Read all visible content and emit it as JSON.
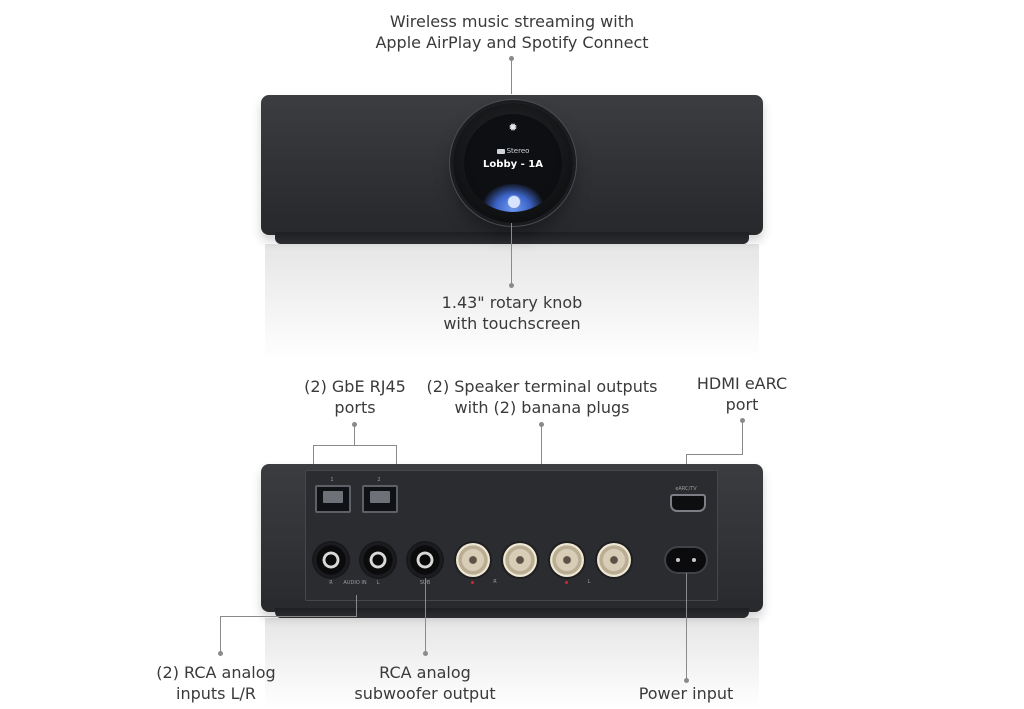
{
  "labels": {
    "wireless": "Wireless music streaming with\nApple AirPlay and Spotify Connect",
    "knob": "1.43\" rotary knob\nwith touchscreen",
    "rj45": "(2) GbE RJ45\nports",
    "speaker": "(2) Speaker terminal outputs\nwith (2) banana plugs",
    "hdmi": "HDMI eARC\nport",
    "rca_inputs": "(2) RCA analog\ninputs L/R",
    "rca_sub": "RCA analog\nsubwoofer output",
    "power": "Power input"
  },
  "screen": {
    "stereo_label": "Stereo",
    "zone_name": "Lobby - 1A"
  },
  "port_text": {
    "rj45_1": "1",
    "rj45_2": "2",
    "audio_r": "R",
    "audio_in": "AUDIO IN",
    "audio_l": "L",
    "sub": "SUB",
    "spk_r": "R",
    "spk_l": "L",
    "earc": "eARC/TV"
  },
  "colors": {
    "device": "#303236",
    "accent_blue": "#5c86e6",
    "terminal_red": "#d0282d"
  }
}
